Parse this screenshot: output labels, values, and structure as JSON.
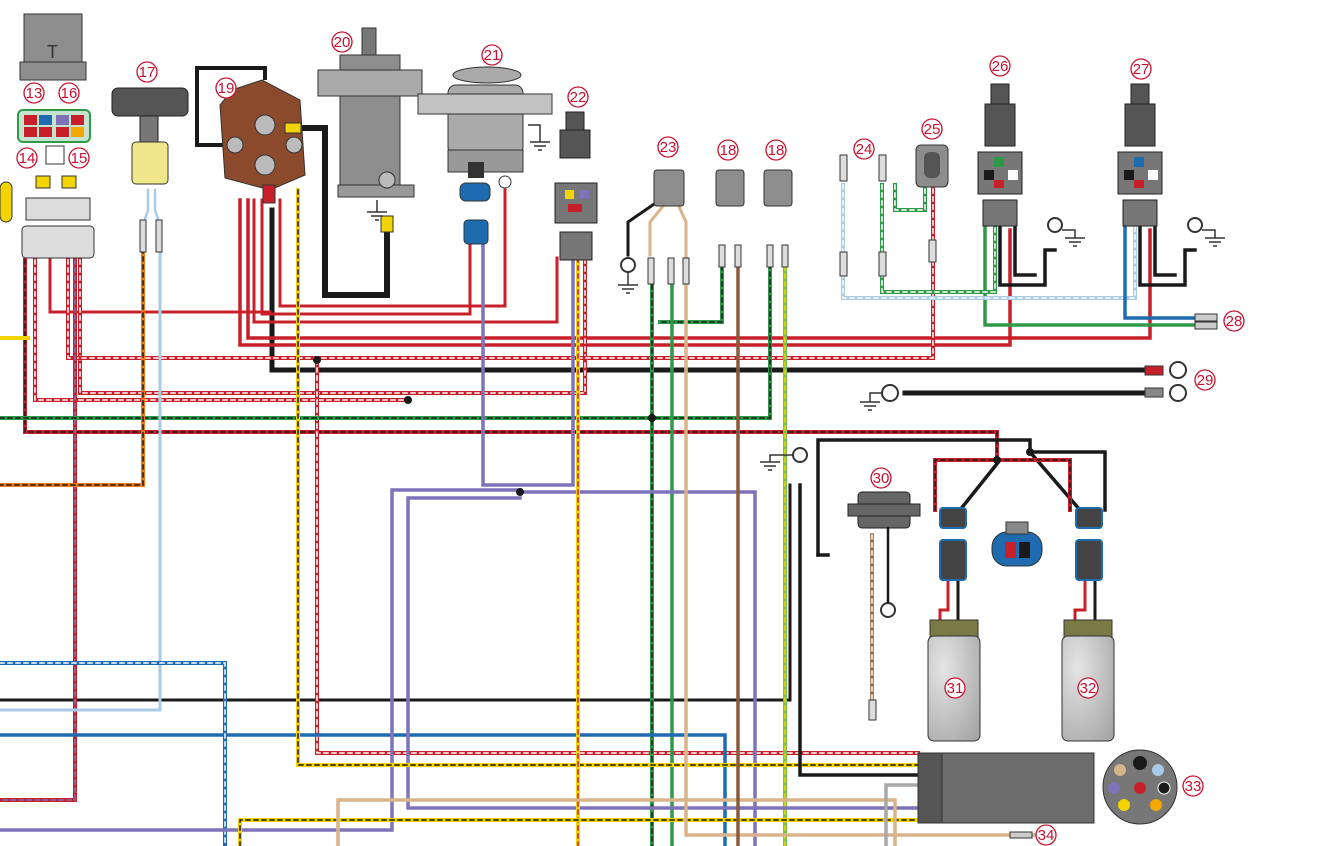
{
  "callouts": [
    {
      "id": "c13",
      "label": "13"
    },
    {
      "id": "c16",
      "label": "16"
    },
    {
      "id": "c14",
      "label": "14"
    },
    {
      "id": "c15",
      "label": "15"
    },
    {
      "id": "c17",
      "label": "17"
    },
    {
      "id": "c19",
      "label": "19"
    },
    {
      "id": "c20",
      "label": "20"
    },
    {
      "id": "c21",
      "label": "21"
    },
    {
      "id": "c22",
      "label": "22"
    },
    {
      "id": "c23",
      "label": "23"
    },
    {
      "id": "c18a",
      "label": "18"
    },
    {
      "id": "c18b",
      "label": "18"
    },
    {
      "id": "c24",
      "label": "24"
    },
    {
      "id": "c25",
      "label": "25"
    },
    {
      "id": "c26",
      "label": "26"
    },
    {
      "id": "c27",
      "label": "27"
    },
    {
      "id": "c28",
      "label": "28"
    },
    {
      "id": "c29",
      "label": "29"
    },
    {
      "id": "c30",
      "label": "30"
    },
    {
      "id": "c31",
      "label": "31"
    },
    {
      "id": "c32",
      "label": "32"
    },
    {
      "id": "c33",
      "label": "33"
    },
    {
      "id": "c34",
      "label": "34"
    }
  ],
  "colors": {
    "red": "#c8202a",
    "black": "#1a1a1a",
    "yellow": "#f2d400",
    "purple": "#7e72b8",
    "green": "#2e9a48",
    "tan": "#d8b48a",
    "brown": "#8a5a3a",
    "orange": "#f07a1a",
    "lightblue": "#a9cbe6",
    "blue": "#1f6bb0",
    "white": "#ffffff",
    "component_gray": "#8a8a8a",
    "callout": "#c8102e"
  }
}
